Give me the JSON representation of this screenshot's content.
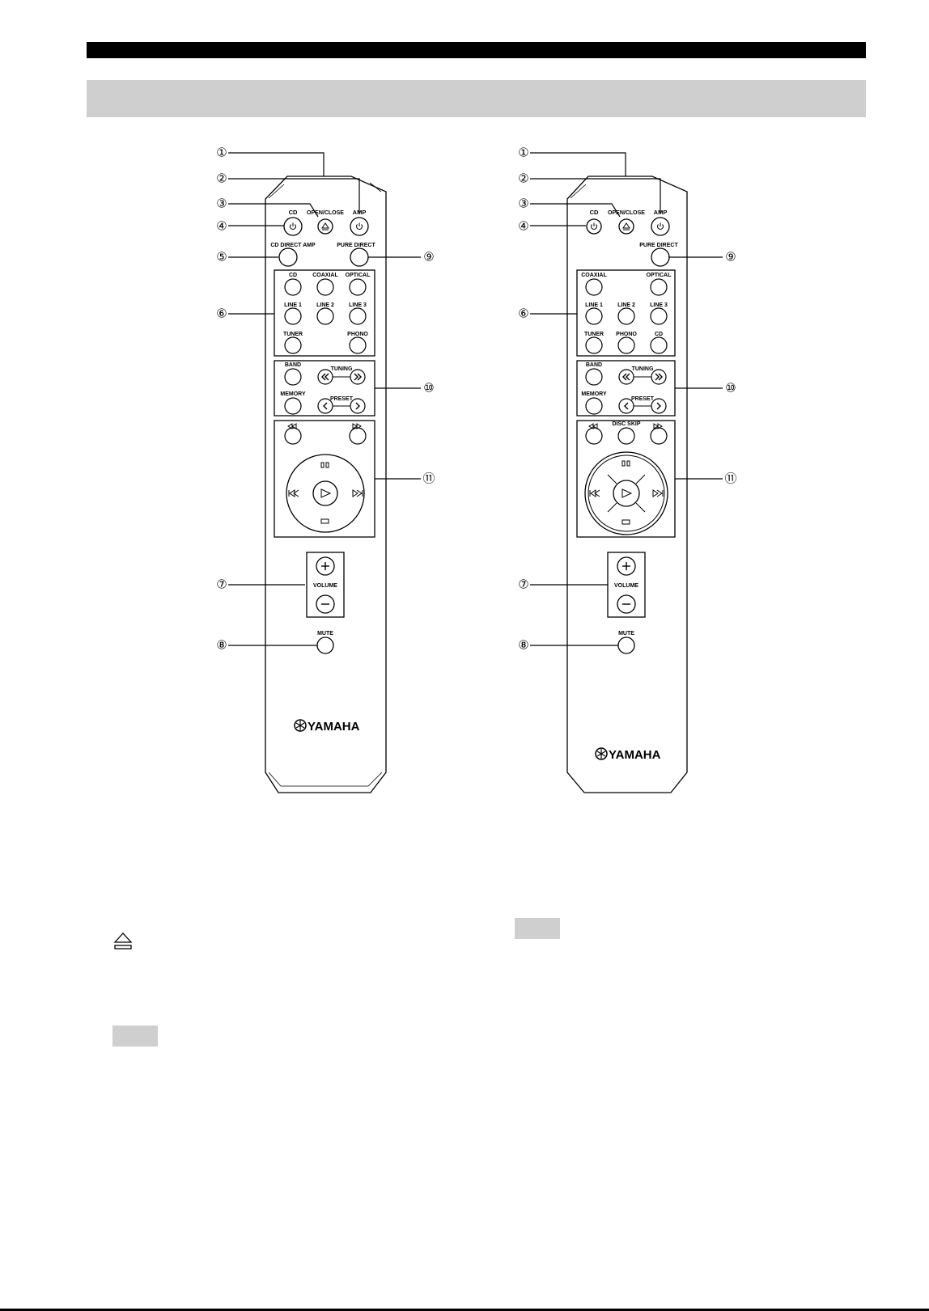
{
  "remotes": [
    {
      "id": "left",
      "brand": "YAMAHA",
      "buttons": {
        "cd_power": "CD",
        "open_close": "OPEN/CLOSE",
        "amp_power": "AMP",
        "cd_direct_amp": "CD DIRECT AMP",
        "pure_direct": "PURE DIRECT",
        "inputs": [
          "CD",
          "COAXIAL",
          "OPTICAL",
          "LINE 1",
          "LINE 2",
          "LINE 3",
          "TUNER",
          "PHONO"
        ],
        "band": "BAND",
        "tuning": "TUNING",
        "memory": "MEMORY",
        "preset": "PRESET",
        "volume": "VOLUME",
        "mute": "MUTE"
      }
    },
    {
      "id": "right",
      "brand": "YAMAHA",
      "buttons": {
        "cd_power": "CD",
        "open_close": "OPEN/CLOSE",
        "amp_power": "AMP",
        "pure_direct": "PURE DIRECT",
        "inputs": [
          "COAXIAL",
          "OPTICAL",
          "LINE 1",
          "LINE 2",
          "LINE 3",
          "TUNER",
          "PHONO",
          "CD"
        ],
        "band": "BAND",
        "tuning": "TUNING",
        "memory": "MEMORY",
        "preset": "PRESET",
        "disc_skip": "DISC SKIP",
        "volume": "VOLUME",
        "mute": "MUTE"
      }
    }
  ],
  "callouts": [
    "①",
    "②",
    "③",
    "④",
    "⑤",
    "⑥",
    "⑦",
    "⑧",
    "⑨",
    "⑩",
    "⑪"
  ],
  "colors": {
    "rule": "#000000",
    "band": "#cfcfcf"
  },
  "icons": [
    "power-icon",
    "eject-icon",
    "fast-rewind-icon",
    "fast-forward-icon",
    "pause-icon",
    "play-icon",
    "stop-icon",
    "skip-back-icon",
    "skip-forward-icon",
    "double-left-chevron-icon",
    "double-right-chevron-icon",
    "left-chevron-icon",
    "right-chevron-icon",
    "plus-icon",
    "minus-icon",
    "yamaha-logo-icon"
  ]
}
